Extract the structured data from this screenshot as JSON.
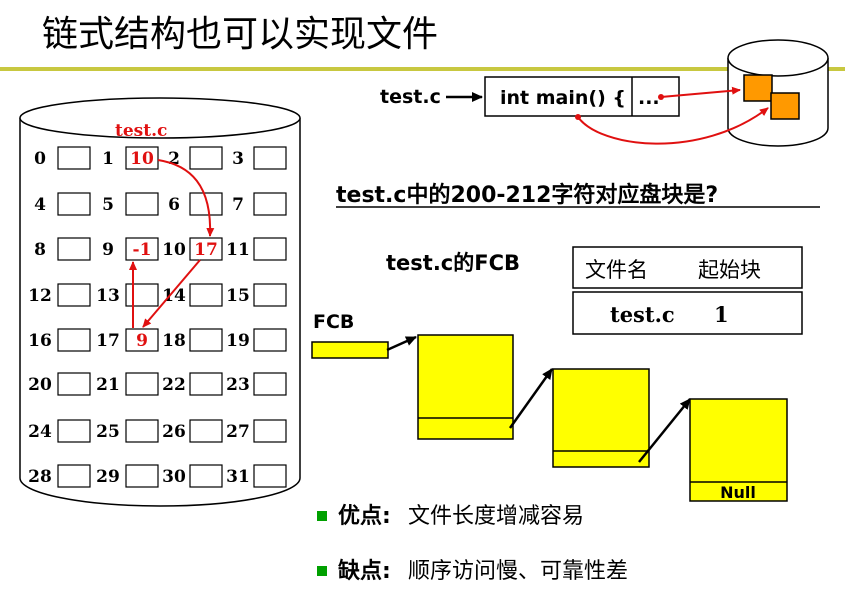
{
  "title": "链式结构也可以实现文件",
  "top_row": {
    "file_label": "test.c",
    "code_text": "int main() {",
    "ellipsis": "..."
  },
  "disk": {
    "file_label": "test.c",
    "blocks": [
      {
        "n": "0",
        "v": ""
      },
      {
        "n": "1",
        "v": "10"
      },
      {
        "n": "2",
        "v": ""
      },
      {
        "n": "3",
        "v": ""
      },
      {
        "n": "4",
        "v": ""
      },
      {
        "n": "5",
        "v": ""
      },
      {
        "n": "6",
        "v": ""
      },
      {
        "n": "7",
        "v": ""
      },
      {
        "n": "8",
        "v": ""
      },
      {
        "n": "9",
        "v": "-1"
      },
      {
        "n": "10",
        "v": "17"
      },
      {
        "n": "11",
        "v": ""
      },
      {
        "n": "12",
        "v": ""
      },
      {
        "n": "13",
        "v": ""
      },
      {
        "n": "14",
        "v": ""
      },
      {
        "n": "15",
        "v": ""
      },
      {
        "n": "16",
        "v": ""
      },
      {
        "n": "17",
        "v": "9"
      },
      {
        "n": "18",
        "v": ""
      },
      {
        "n": "19",
        "v": ""
      },
      {
        "n": "20",
        "v": ""
      },
      {
        "n": "21",
        "v": ""
      },
      {
        "n": "22",
        "v": ""
      },
      {
        "n": "23",
        "v": ""
      },
      {
        "n": "24",
        "v": ""
      },
      {
        "n": "25",
        "v": ""
      },
      {
        "n": "26",
        "v": ""
      },
      {
        "n": "27",
        "v": ""
      },
      {
        "n": "28",
        "v": ""
      },
      {
        "n": "29",
        "v": ""
      },
      {
        "n": "30",
        "v": ""
      },
      {
        "n": "31",
        "v": ""
      }
    ]
  },
  "question": "test.c中的200-212字符对应盘块是?",
  "fcb": {
    "caption": "test.c的FCB",
    "header_name": "文件名",
    "header_start": "起始块",
    "row_name": "test.c",
    "row_start": "1",
    "pointer_label": "FCB",
    "null_label": "Null"
  },
  "bullets": [
    {
      "label": "优点:",
      "text": "文件长度增减容易"
    },
    {
      "label": "缺点:",
      "text": "顺序访问慢、可靠性差"
    }
  ],
  "colors": {
    "accent_line": "#c8c840",
    "red": "#e01010",
    "yellow": "#ffff00",
    "orange": "#ff9900",
    "green": "#00a000"
  }
}
